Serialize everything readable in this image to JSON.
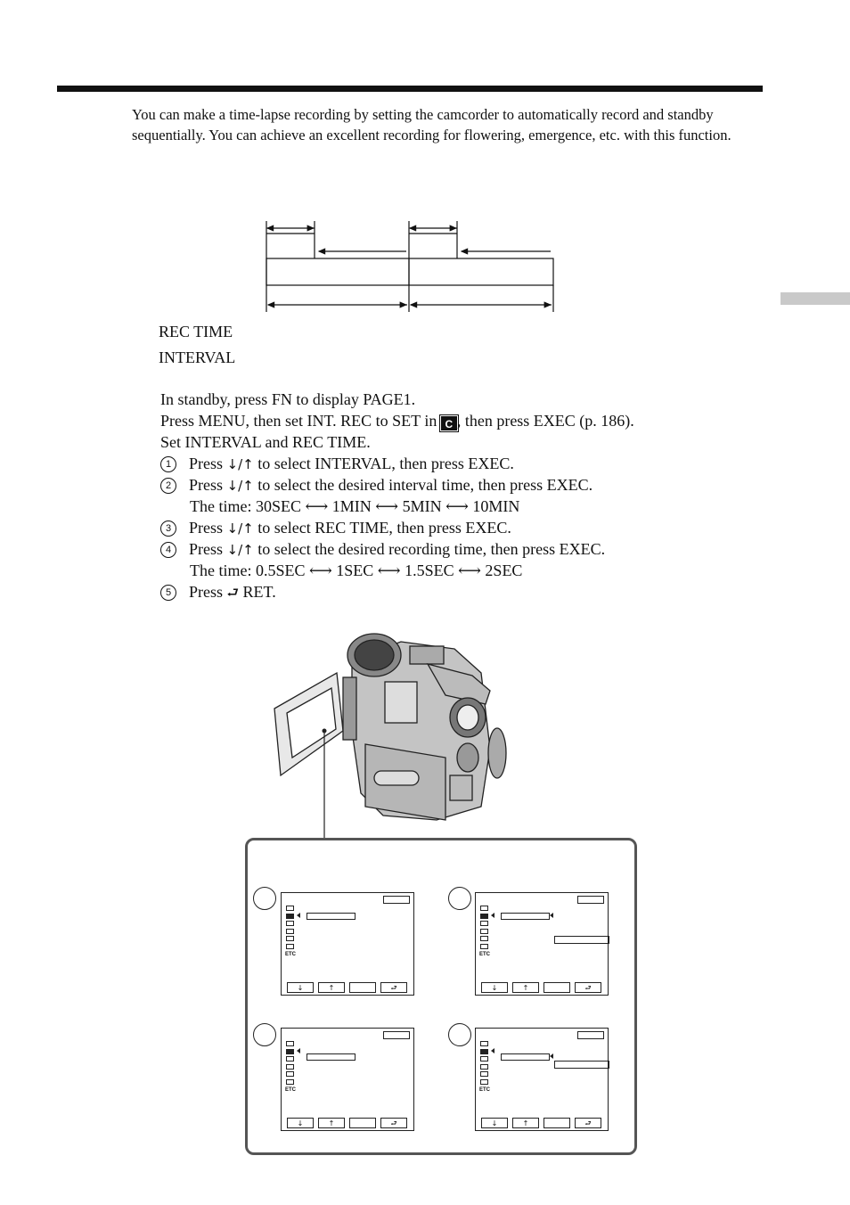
{
  "intro": "You can make a time-lapse recording by setting the camcorder to automatically record and standby sequentially. You can achieve an excellent recording for flowering, emergence, etc. with this function.",
  "timing_labels": {
    "rec_time": "REC TIME",
    "interval": "INTERVAL"
  },
  "steps": {
    "s1": "In standby, press FN to display PAGE1.",
    "s2_a": "Press MENU, then set INT. REC to SET in",
    "s2_icon": "C",
    "s2_b": ", then press EXEC (p. 186).",
    "s3": "Set INTERVAL and REC TIME.",
    "sub": [
      {
        "num": "1",
        "pre": "Press",
        "arrows": "↓/↑",
        "text": "to select INTERVAL, then press EXEC."
      },
      {
        "num": "2",
        "pre": "Press",
        "arrows": "↓/↑",
        "text": "to select the desired interval time, then press EXEC."
      },
      {
        "num": "3",
        "pre": "Press",
        "arrows": "↓/↑",
        "text": "to select REC TIME, then press EXEC."
      },
      {
        "num": "4",
        "pre": "Press",
        "arrows": "↓/↑",
        "text": "to select the desired recording time, then press EXEC."
      },
      {
        "num": "5",
        "pre": "Press",
        "arrows": "⮐",
        "text": "RET."
      }
    ],
    "interval_times": "The time: 30SEC ⟷ 1MIN ⟷ 5MIN ⟷ 10MIN",
    "rec_times": "The time: 0.5SEC ⟷ 1SEC ⟷ 1.5SEC ⟷ 2SEC"
  },
  "screen_panel": {
    "buttons": {
      "down": "↓",
      "up": "↑",
      "ret": "⮐"
    },
    "menu_icons": [
      "camera-set-icon",
      "c-icon",
      "vcr-set-icon",
      "lcd-set-icon",
      "memory-icon",
      "tape-icon"
    ],
    "menu_etc": "ETC"
  }
}
